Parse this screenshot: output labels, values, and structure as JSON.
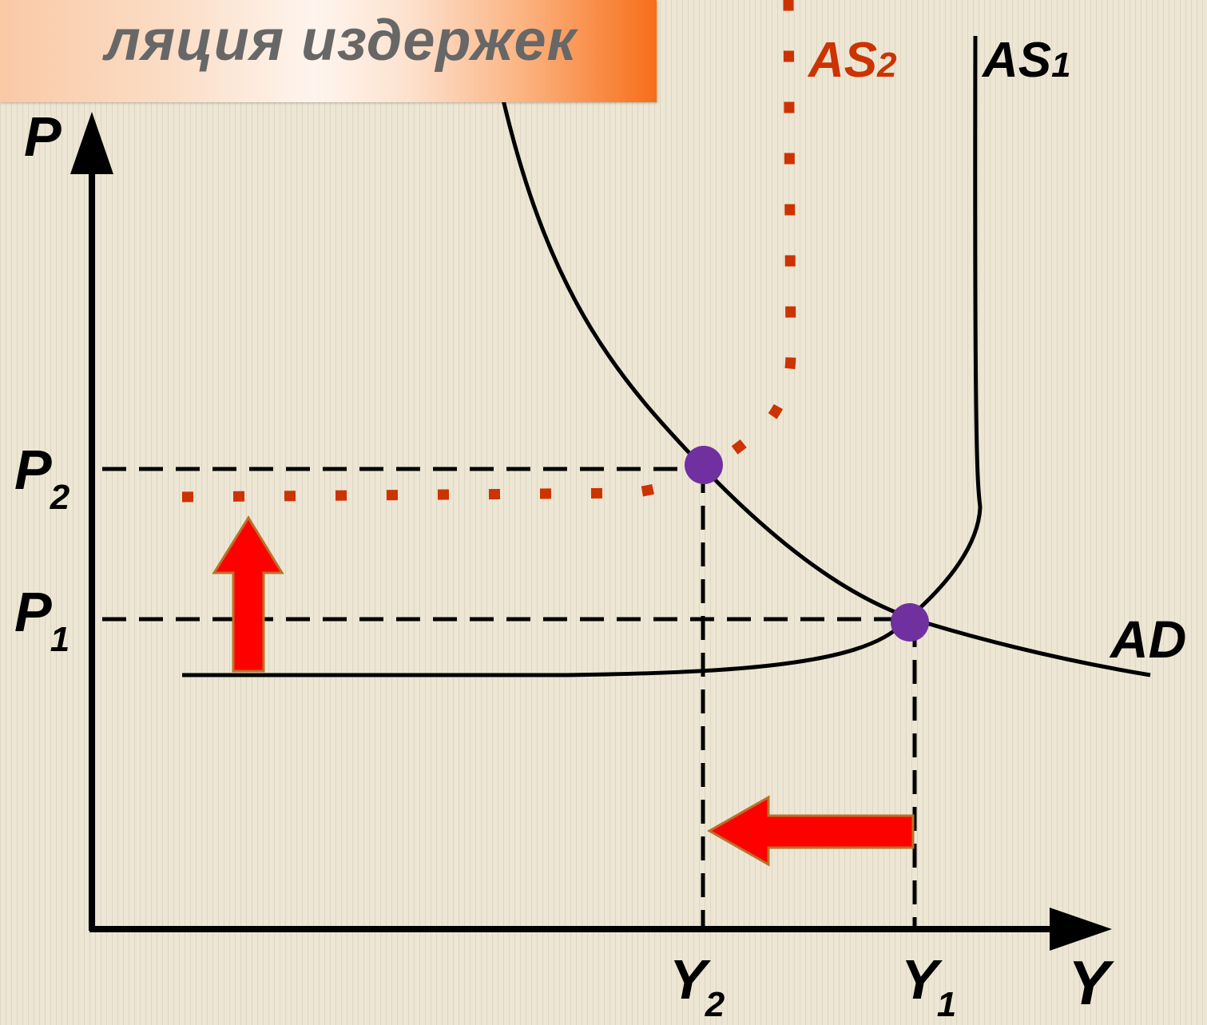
{
  "title": "ляция издержек",
  "axes": {
    "y_label": "P",
    "x_label": "Y"
  },
  "price_levels": {
    "p2": {
      "main": "P",
      "sub": "2"
    },
    "p1": {
      "main": "P",
      "sub": "1"
    }
  },
  "output_levels": {
    "y2": {
      "main": "Y",
      "sub": "2"
    },
    "y1": {
      "main": "Y",
      "sub": "1"
    }
  },
  "curves": {
    "as2": {
      "main": "AS",
      "sub": "2",
      "color": "#cc3300"
    },
    "as1": {
      "main": "AS",
      "sub": "1",
      "color": "#000000"
    },
    "ad": {
      "label": "AD",
      "color": "#000000"
    }
  },
  "colors": {
    "arrow_fill": "#ff0000",
    "arrow_border": "#b8732a",
    "equilibrium_point": "#7030a0",
    "title_text": "#676767"
  }
}
